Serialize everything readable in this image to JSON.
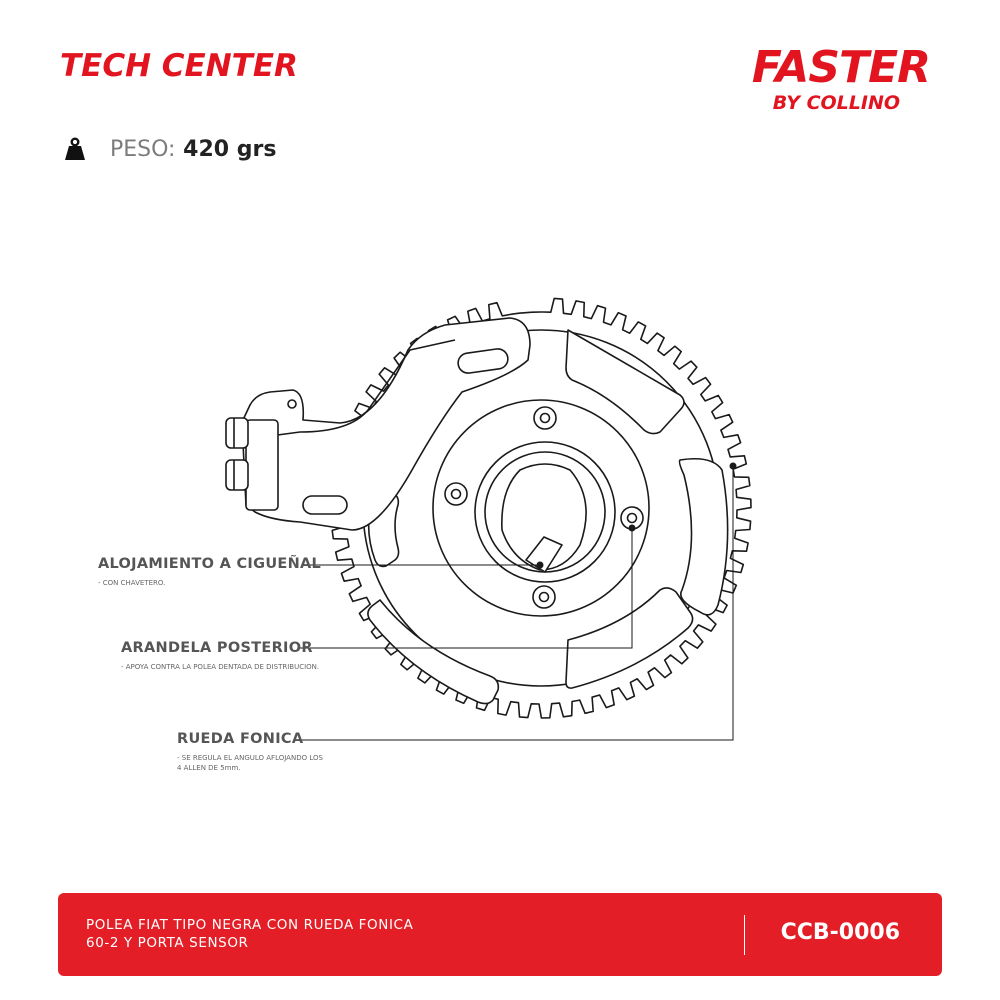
{
  "header": {
    "title": "TECH CENTER",
    "brand": {
      "name": "FASTER",
      "tagline": "BY COLLINO"
    }
  },
  "specs": {
    "weight_label": "PESO:",
    "weight_value": "420 grs",
    "weight_icon": "weight-icon"
  },
  "callouts": [
    {
      "title": "ALOJAMIENTO A CIGUEÑAL",
      "note": "- CON CHAVETERO."
    },
    {
      "title": "ARANDELA POSTERIOR",
      "note": "- APOYA CONTRA LA POLEA DENTADA DE DISTRIBUCION."
    },
    {
      "title": "RUEDA FONICA",
      "note": "- SE REGULA EL ANGULO AFLOJANDO LOS\n4 ALLEN DE 5mm."
    }
  ],
  "footer": {
    "description": "POLEA FIAT TIPO NEGRA CON RUEDA FONICA\n60-2 Y PORTA SENSOR",
    "code": "CCB-0006"
  },
  "colors": {
    "accent": "#e41e26",
    "text": "#555555",
    "line": "#1a1a1a"
  }
}
